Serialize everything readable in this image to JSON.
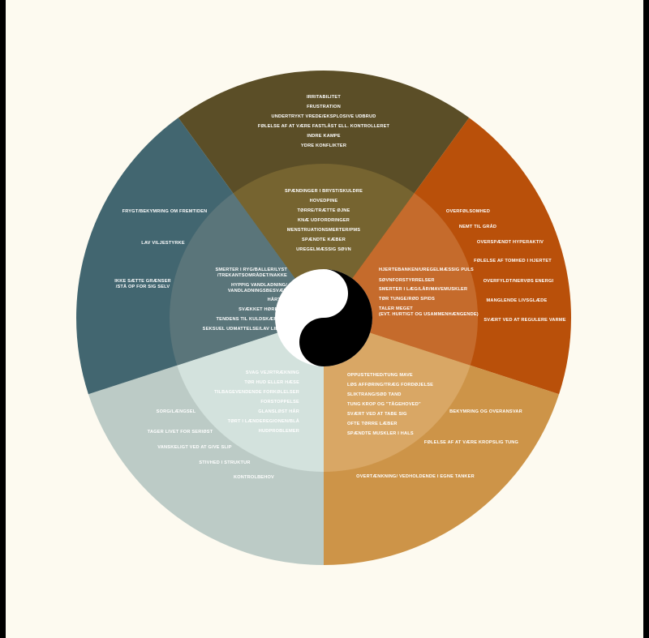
{
  "colors": {
    "page": "#fdfaf0",
    "frame": "#000000",
    "top_outer": "#5b4e27",
    "top_inner": "#766430",
    "right_outer": "#b9500a",
    "right_inner": "#c56b2c",
    "bottomright_outer": "#cd9448",
    "bottomright_inner": "#d9a765",
    "bottomleft_outer": "#bccbc6",
    "bottomleft_inner": "#d3e2dd",
    "left_outer": "#426670",
    "left_inner": "#5a757a",
    "yin": "#000000",
    "yang": "#ffffff"
  },
  "center_symbol": "yin-yang-icon",
  "segments": {
    "top": {
      "outer": [
        "IRRITABILITET",
        "FRUSTRATION",
        "UNDERTRYKT VREDE/EKSPLOSIVE UDBRUD",
        "FØLELSE AF AT VÆRE FASTLÅST ELL. KONTROLLERET",
        "INDRE KAMPE",
        "YDRE KONFLIKTER"
      ],
      "inner": [
        "SPÆNDINGER I BRYST/SKULDRE",
        "HOVEDPINE",
        "TØRRE/TRÆTTE ØJNE",
        "KNÆ UDFORDRINGER",
        "MENSTRUATIONSMERTER/PMS",
        "SPÆNDTE KÆBER",
        "UREGELMÆSSIG SØVN"
      ]
    },
    "right": {
      "outer": [
        "OVERFØLSOMHED",
        "NEMT TIL GRÅD",
        "OVERSPÆNDT HYPERAKTIV",
        "FØLELSE AF TOMHED I HJERTET",
        "OVERFYLDT/NERVØS ENERGI",
        "MANGLENDE LIVSGLÆDE",
        "SVÆRT VED AT REGULERE VARME"
      ],
      "inner": [
        "HJERTEBANKEN/UREGELMÆSSIG PULS",
        "SØVNFORSTYRRELSER",
        "SMERTER I LÆG/LÅR/MAVEMUSKLER",
        "TØR TUNGE/RØD SPIDS",
        "TALER MEGET",
        "(EVT. HURTIGT OG USAMMENHÆNGENDE)"
      ]
    },
    "bottom_right": {
      "outer": [
        "BEKYMRING OG OVERANSVAR",
        "FØLELSE AF AT VÆRE KROPSLIG TUNG",
        "OVERTÆNKNING/ VEDHOLDENDE I EGNE TANKER"
      ],
      "inner": [
        "OPPUSTETHED/TUNG MAVE",
        "LØS AFFØRING/TRÆG FORDØJELSE",
        "SLIKTRANG/SØD TAND",
        "TUNG KROP OG \"TÅGEHOVED\"",
        "SVÆRT VED AT TABE SIG",
        "OFTE TØRRE LÆBER",
        "SPÆNDTE MUSKLER I HALS"
      ]
    },
    "bottom_left": {
      "outer": [
        "SORG/LÆNGSEL",
        "TAGER LIVET FOR SERIØST",
        "VANSKELIGT VED AT GIVE SLIP",
        "STIVHED I STRUKTUR",
        "KONTROLBEHOV"
      ],
      "inner": [
        "SVAG VEJRTRÆKNING",
        "TØR HUD ELLER HÆSE",
        "TILBAGEVENDENDE FORKØLELSER",
        "FORSTOPPELSE",
        "GLANSLØST HÅR",
        "TØRT I LÆNDEREGIONEN/BLÅ",
        "HUDPROBLEMER"
      ]
    },
    "left": {
      "outer": [
        "FRYGT/BEKYMRING OM FREMTIDEN",
        "LAV VILJESTYRKE",
        "IKKE SÆTTE GRÆNSER",
        "/STÅ OP FOR SIG SELV"
      ],
      "inner": [
        "SMERTER I RYG/BALLER/LYST",
        "/TREKANTSOMRÅDET/NAKKE",
        "HYPPIG VANDLADNING/",
        "VANDLADNINGSBESVÆR",
        "HÅRTAB",
        "SVÆKKET HØRELSE",
        "TENDENS TIL KULDSKÆRHED",
        "SEKSUEL UDMATTELSE/LAV LIBIDO"
      ]
    }
  }
}
